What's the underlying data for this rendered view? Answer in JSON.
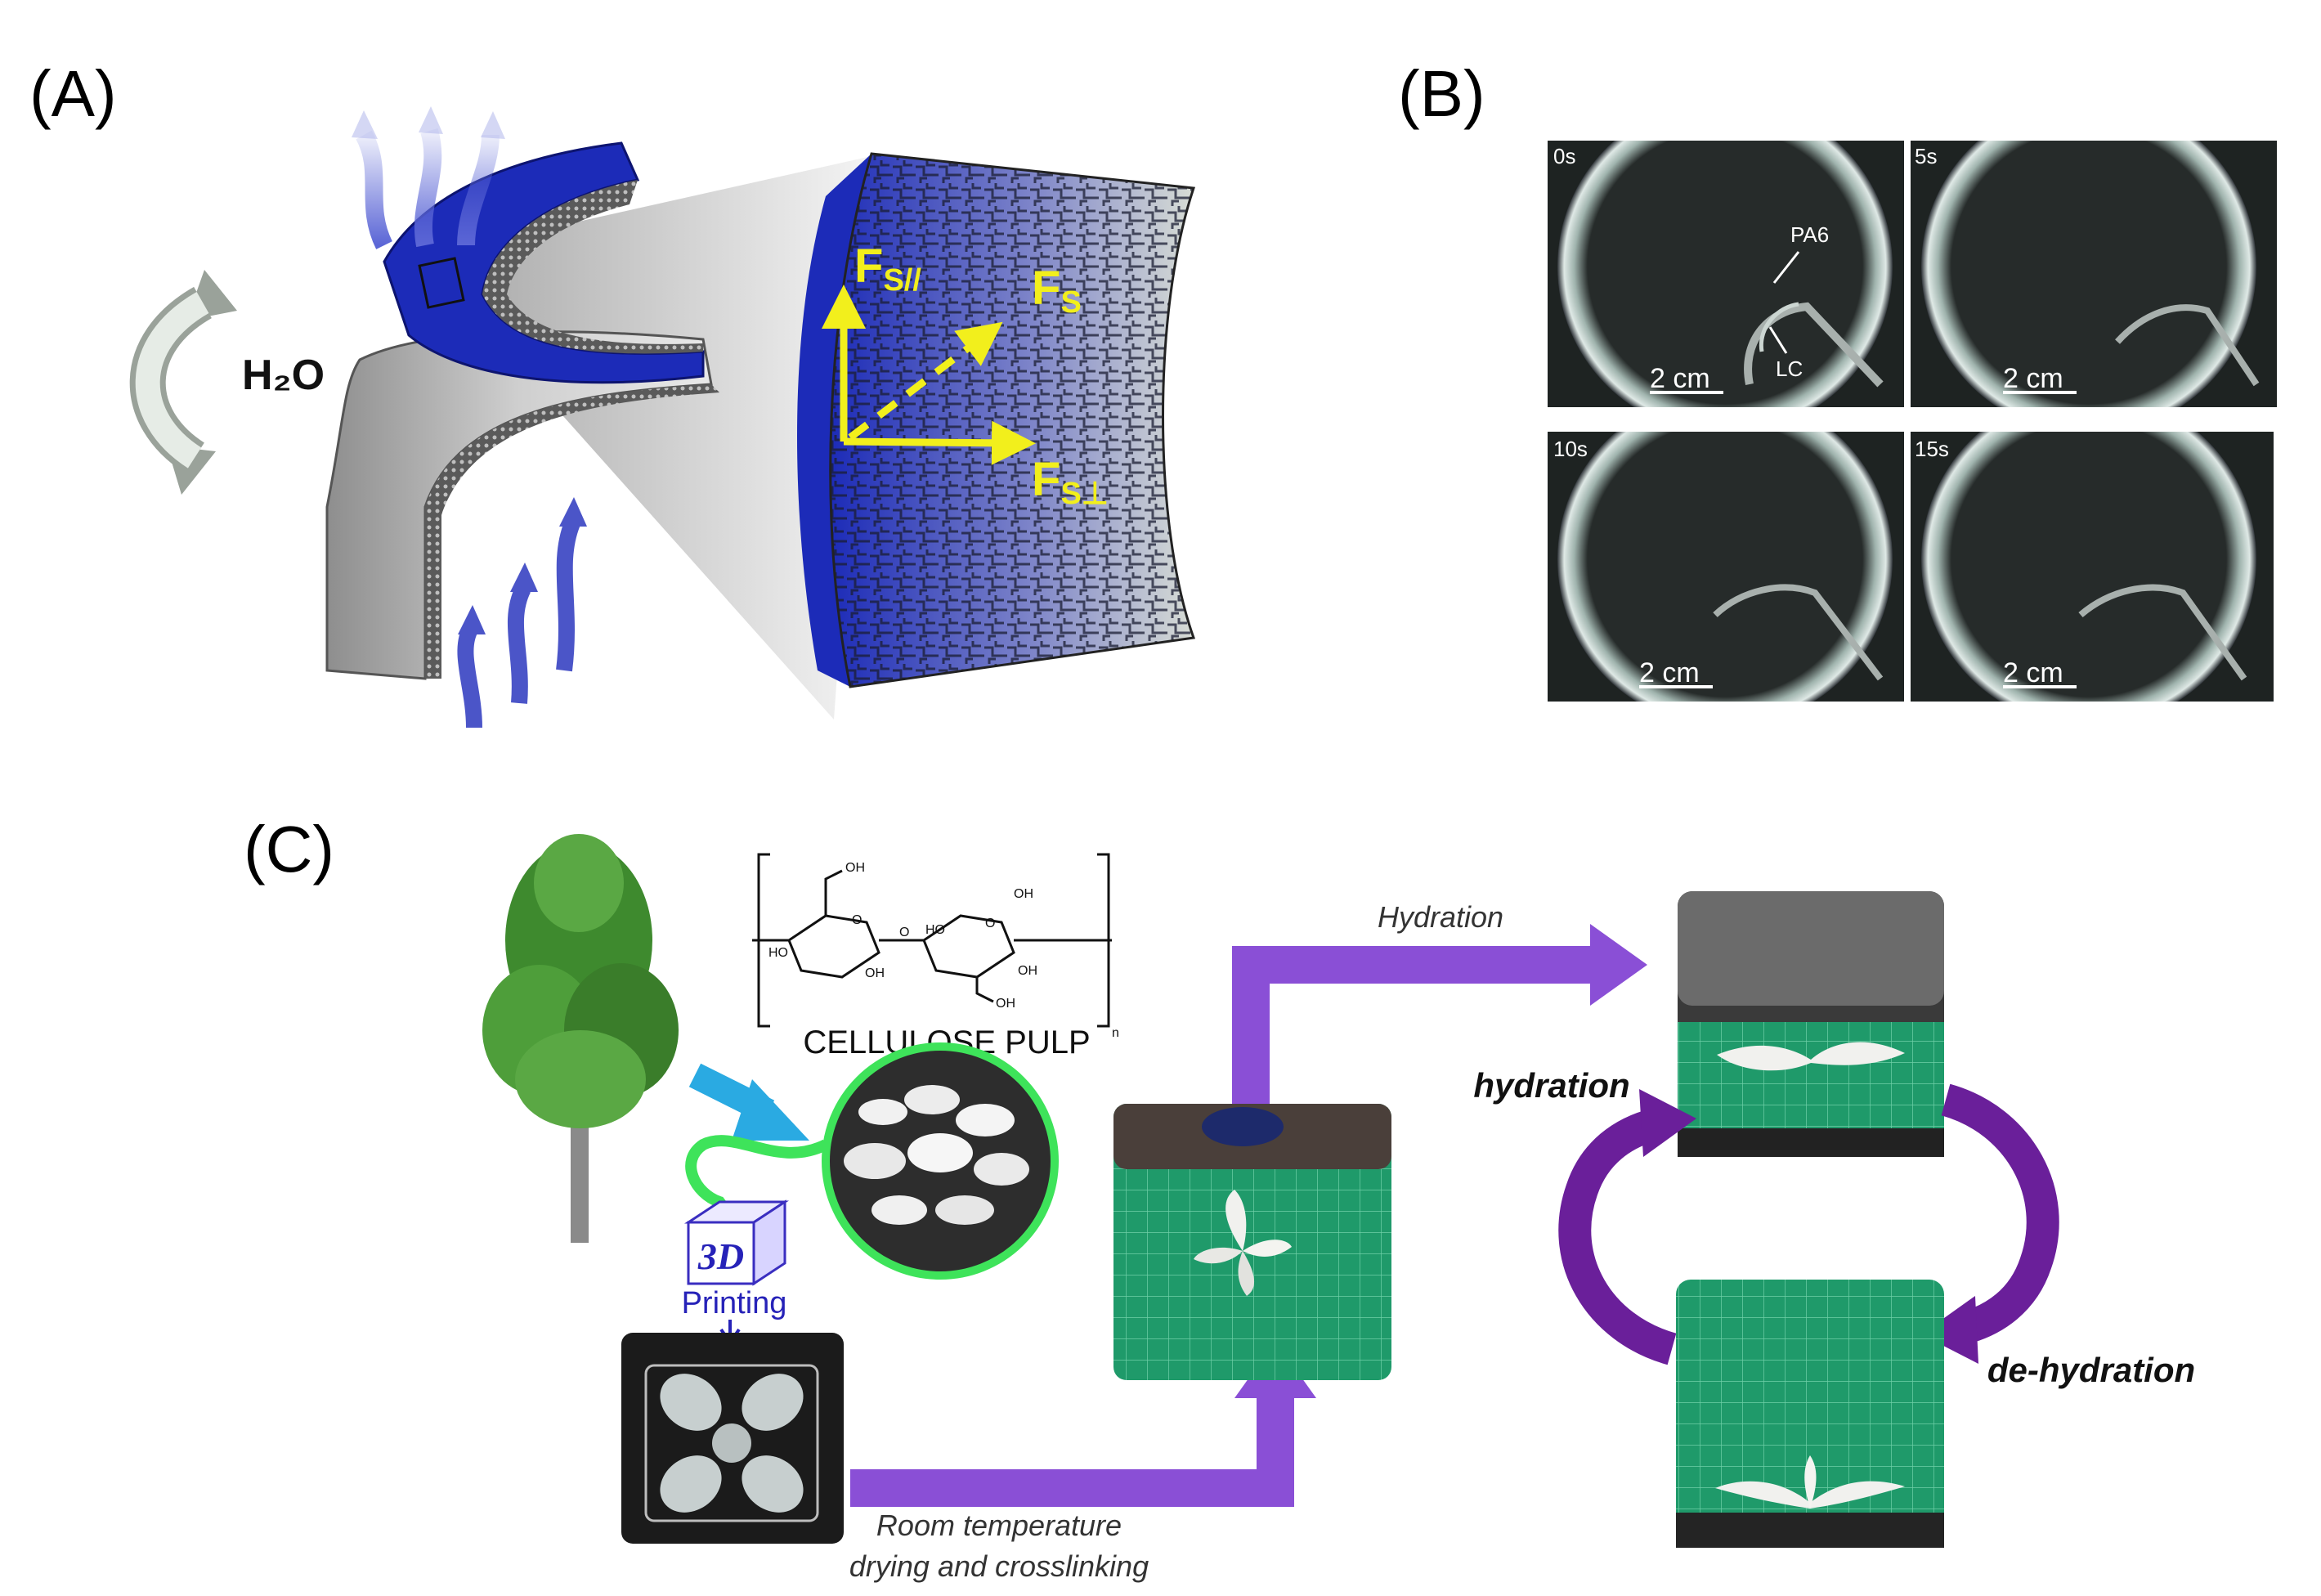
{
  "panels": {
    "a": {
      "label": "(A)",
      "water": "H₂O",
      "forces": {
        "parallel": "F",
        "parallel_sub": "S//",
        "total": "F",
        "total_sub": "S",
        "perp": "F",
        "perp_sub": "S⊥"
      }
    },
    "b": {
      "label": "(B)",
      "frames": [
        {
          "time": "0s",
          "scale": "2 cm",
          "annot_top": "PA6",
          "annot_bottom": "LC"
        },
        {
          "time": "5s",
          "scale": "2 cm"
        },
        {
          "time": "10s",
          "scale": "2 cm"
        },
        {
          "time": "15s",
          "scale": "2 cm"
        }
      ]
    },
    "c": {
      "label": "(C)",
      "pulp_label": "CELLULOSE PULP",
      "printer_label": "3D",
      "printing_label": "Printing",
      "steps": {
        "hydration_top": "Hydration",
        "drying_line1": "Room temperature",
        "drying_line2": "drying and crosslinking",
        "hydration_cycle": "hydration",
        "dehydration_cycle": "de-hydration"
      },
      "chem_atoms": [
        "OH",
        "HO",
        "OH",
        "HO",
        "OH",
        "OH",
        "OH",
        "O",
        "O",
        "O",
        "n"
      ]
    }
  },
  "colors": {
    "purple": "#8a4fd6",
    "dark_purple": "#6a1f9a",
    "force_yellow": "#f2ef1c",
    "mat_green": "#1f9a6a",
    "blue_layer": "#1c2bb8"
  }
}
